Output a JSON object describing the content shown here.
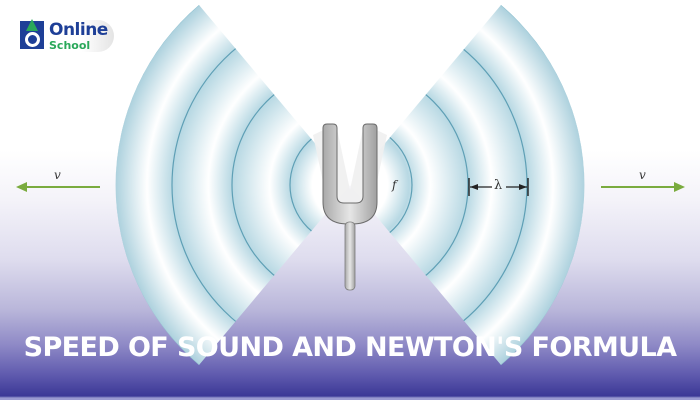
{
  "logo": {
    "brand_top": "Online",
    "brand_bottom": "School",
    "colors": {
      "blue": "#1e3f97",
      "green": "#2aa85a"
    }
  },
  "diagram": {
    "subject": "tuning fork emitting sound waves",
    "labels": {
      "velocity_left": "v",
      "velocity_right": "v",
      "frequency": "f",
      "wavelength": "λ"
    },
    "colors": {
      "wave_fill": "#bcdde6",
      "wave_line": "#5e9fb5",
      "arrow": "#7aab3e"
    }
  },
  "banner": {
    "title": "SPEED OF SOUND AND NEWTON'S FORMULA",
    "gradient_bottom": "#3b3896"
  }
}
